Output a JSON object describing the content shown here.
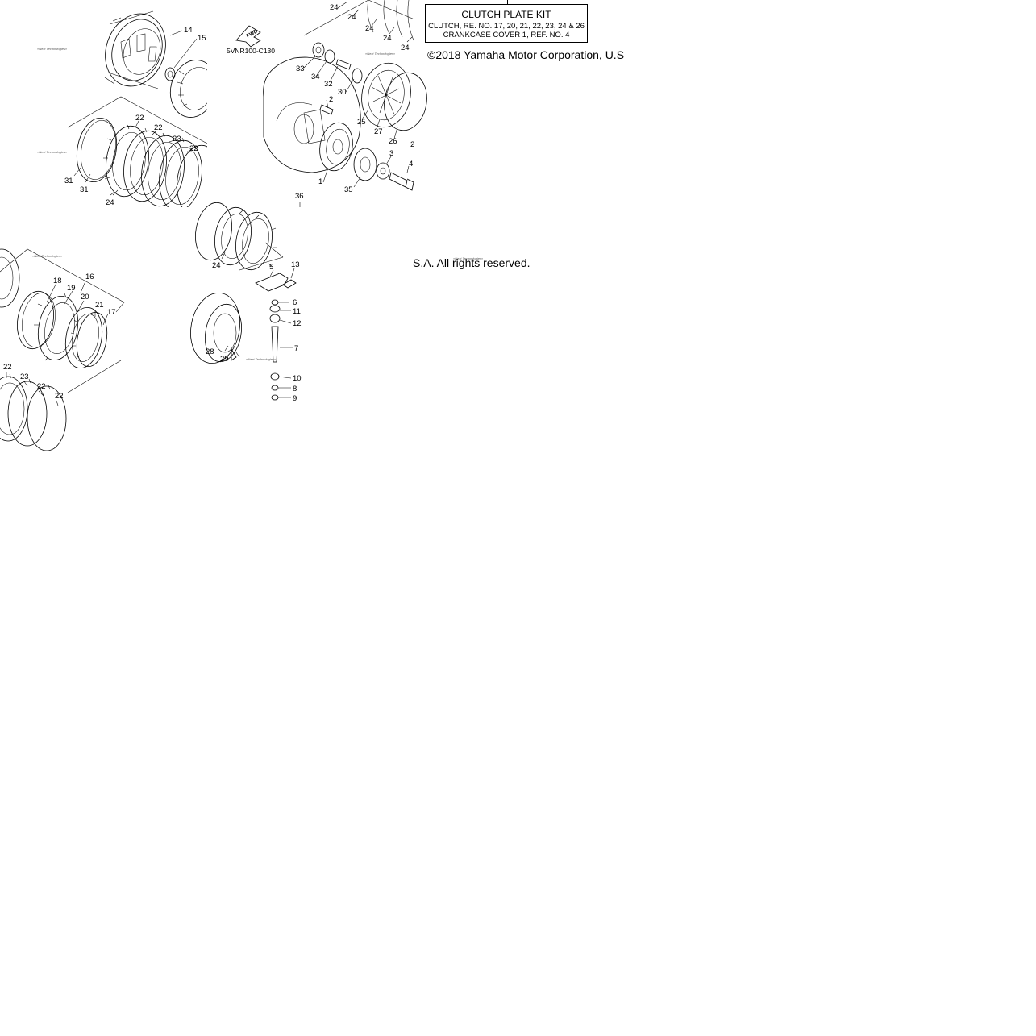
{
  "kit_box": {
    "title": "CLUTCH PLATE KIT",
    "line1": "CLUTCH, RE. NO. 17, 20, 21, 22, 23, 24 & 26",
    "line2": "CRANKCASE COVER 1, REF. NO. 4"
  },
  "copyright": {
    "part1": "©2018 Yamaha Motor Corporation, U.S",
    "part2": "S.A. All rights reserved."
  },
  "diagram_code": "5VNR100-C130",
  "fwd_label": "FWD",
  "watermark": "«Next Technologies»",
  "callouts": {
    "t1": [
      "14",
      "15",
      "22",
      "22",
      "23",
      "22",
      "31",
      "31",
      "24"
    ],
    "t2": [
      "24",
      "24",
      "24",
      "24",
      "24",
      "33",
      "34",
      "32",
      "30",
      "2",
      "25",
      "27",
      "26",
      "2",
      "1",
      "35",
      "3",
      "4",
      "36"
    ],
    "t3": [
      "18",
      "19",
      "16",
      "20",
      "21",
      "17",
      "22",
      "23",
      "22",
      "22"
    ],
    "t4": [
      "24",
      "5",
      "13",
      "6",
      "11",
      "12",
      "28",
      "29",
      "7",
      "10",
      "8",
      "9"
    ]
  }
}
